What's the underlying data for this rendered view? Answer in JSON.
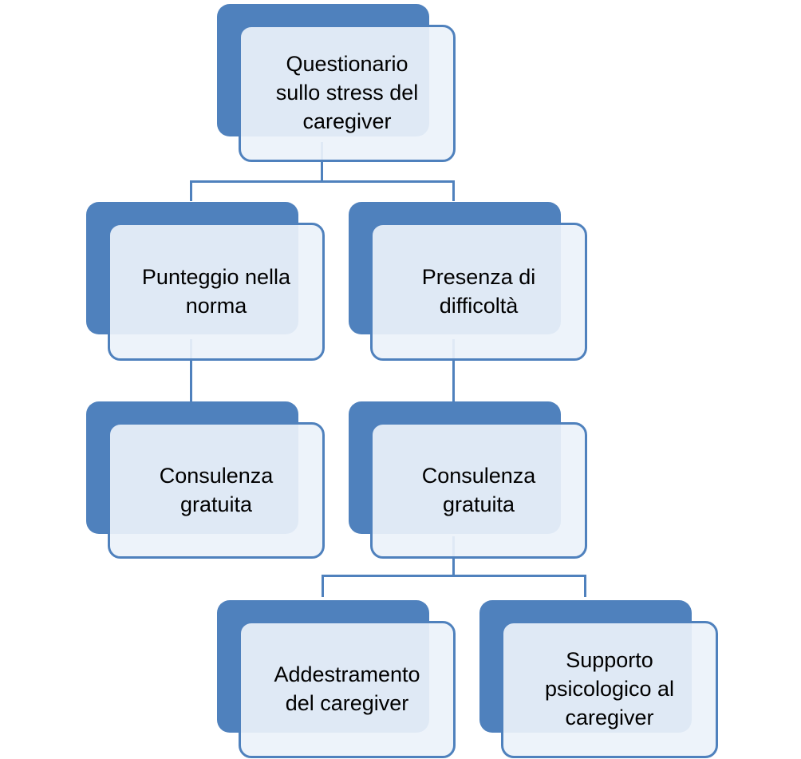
{
  "diagram": {
    "type": "hierarchy",
    "accent_color": "#4f81bd",
    "card_fill": "#ecf2fa",
    "nodes": {
      "root": {
        "label": "Questionario\nsullo stress del\ncaregiver"
      },
      "normal_score": {
        "label": "Punteggio  nella\nnorma"
      },
      "difficulties": {
        "label": "Presenza di\ndifficoltà"
      },
      "consult_left": {
        "label": "Consulenza\ngratuita"
      },
      "consult_right": {
        "label": "Consulenza\ngratuita"
      },
      "training": {
        "label": "Addestramento\ndel caregiver"
      },
      "support": {
        "label": "Supporto\npsicologico al\ncaregiver"
      }
    },
    "edges": [
      {
        "from": "root",
        "to": "normal_score"
      },
      {
        "from": "root",
        "to": "difficulties"
      },
      {
        "from": "normal_score",
        "to": "consult_left"
      },
      {
        "from": "difficulties",
        "to": "consult_right"
      },
      {
        "from": "consult_right",
        "to": "training"
      },
      {
        "from": "consult_right",
        "to": "support"
      }
    ]
  }
}
